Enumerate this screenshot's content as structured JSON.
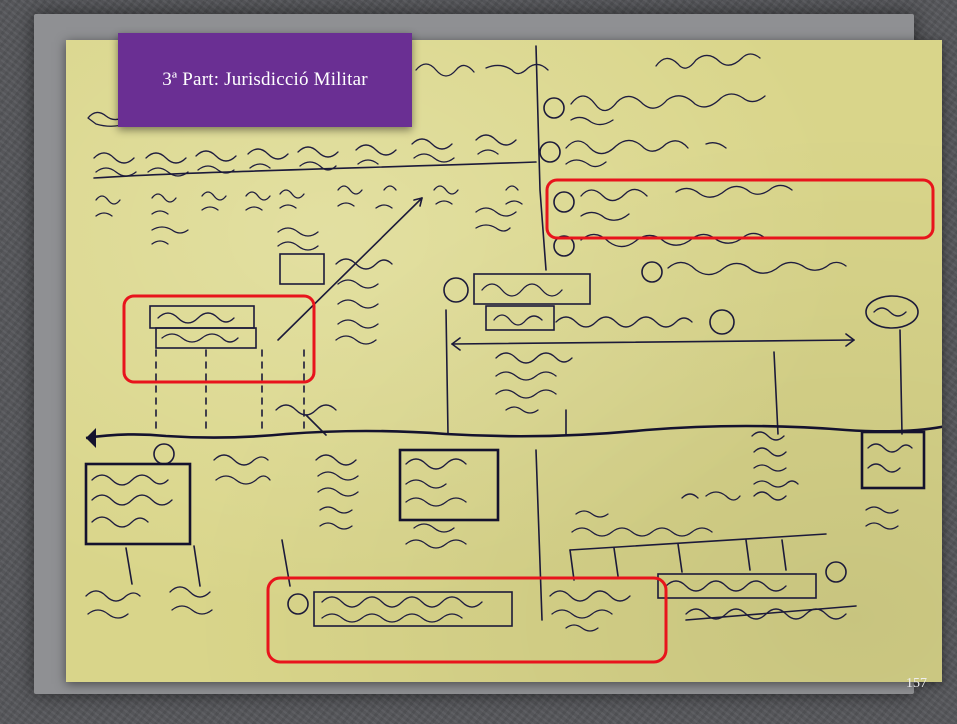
{
  "slide": {
    "title": "3ª Part: Jurisdicció Militar",
    "page_number": "157"
  },
  "colors": {
    "title_background": "#6a2f93",
    "paper": "#d9d58a",
    "highlight_boxes": "#e8141c",
    "slide_background": "#56575b"
  },
  "image": {
    "description_icon": "handwritten-timeline-note"
  }
}
